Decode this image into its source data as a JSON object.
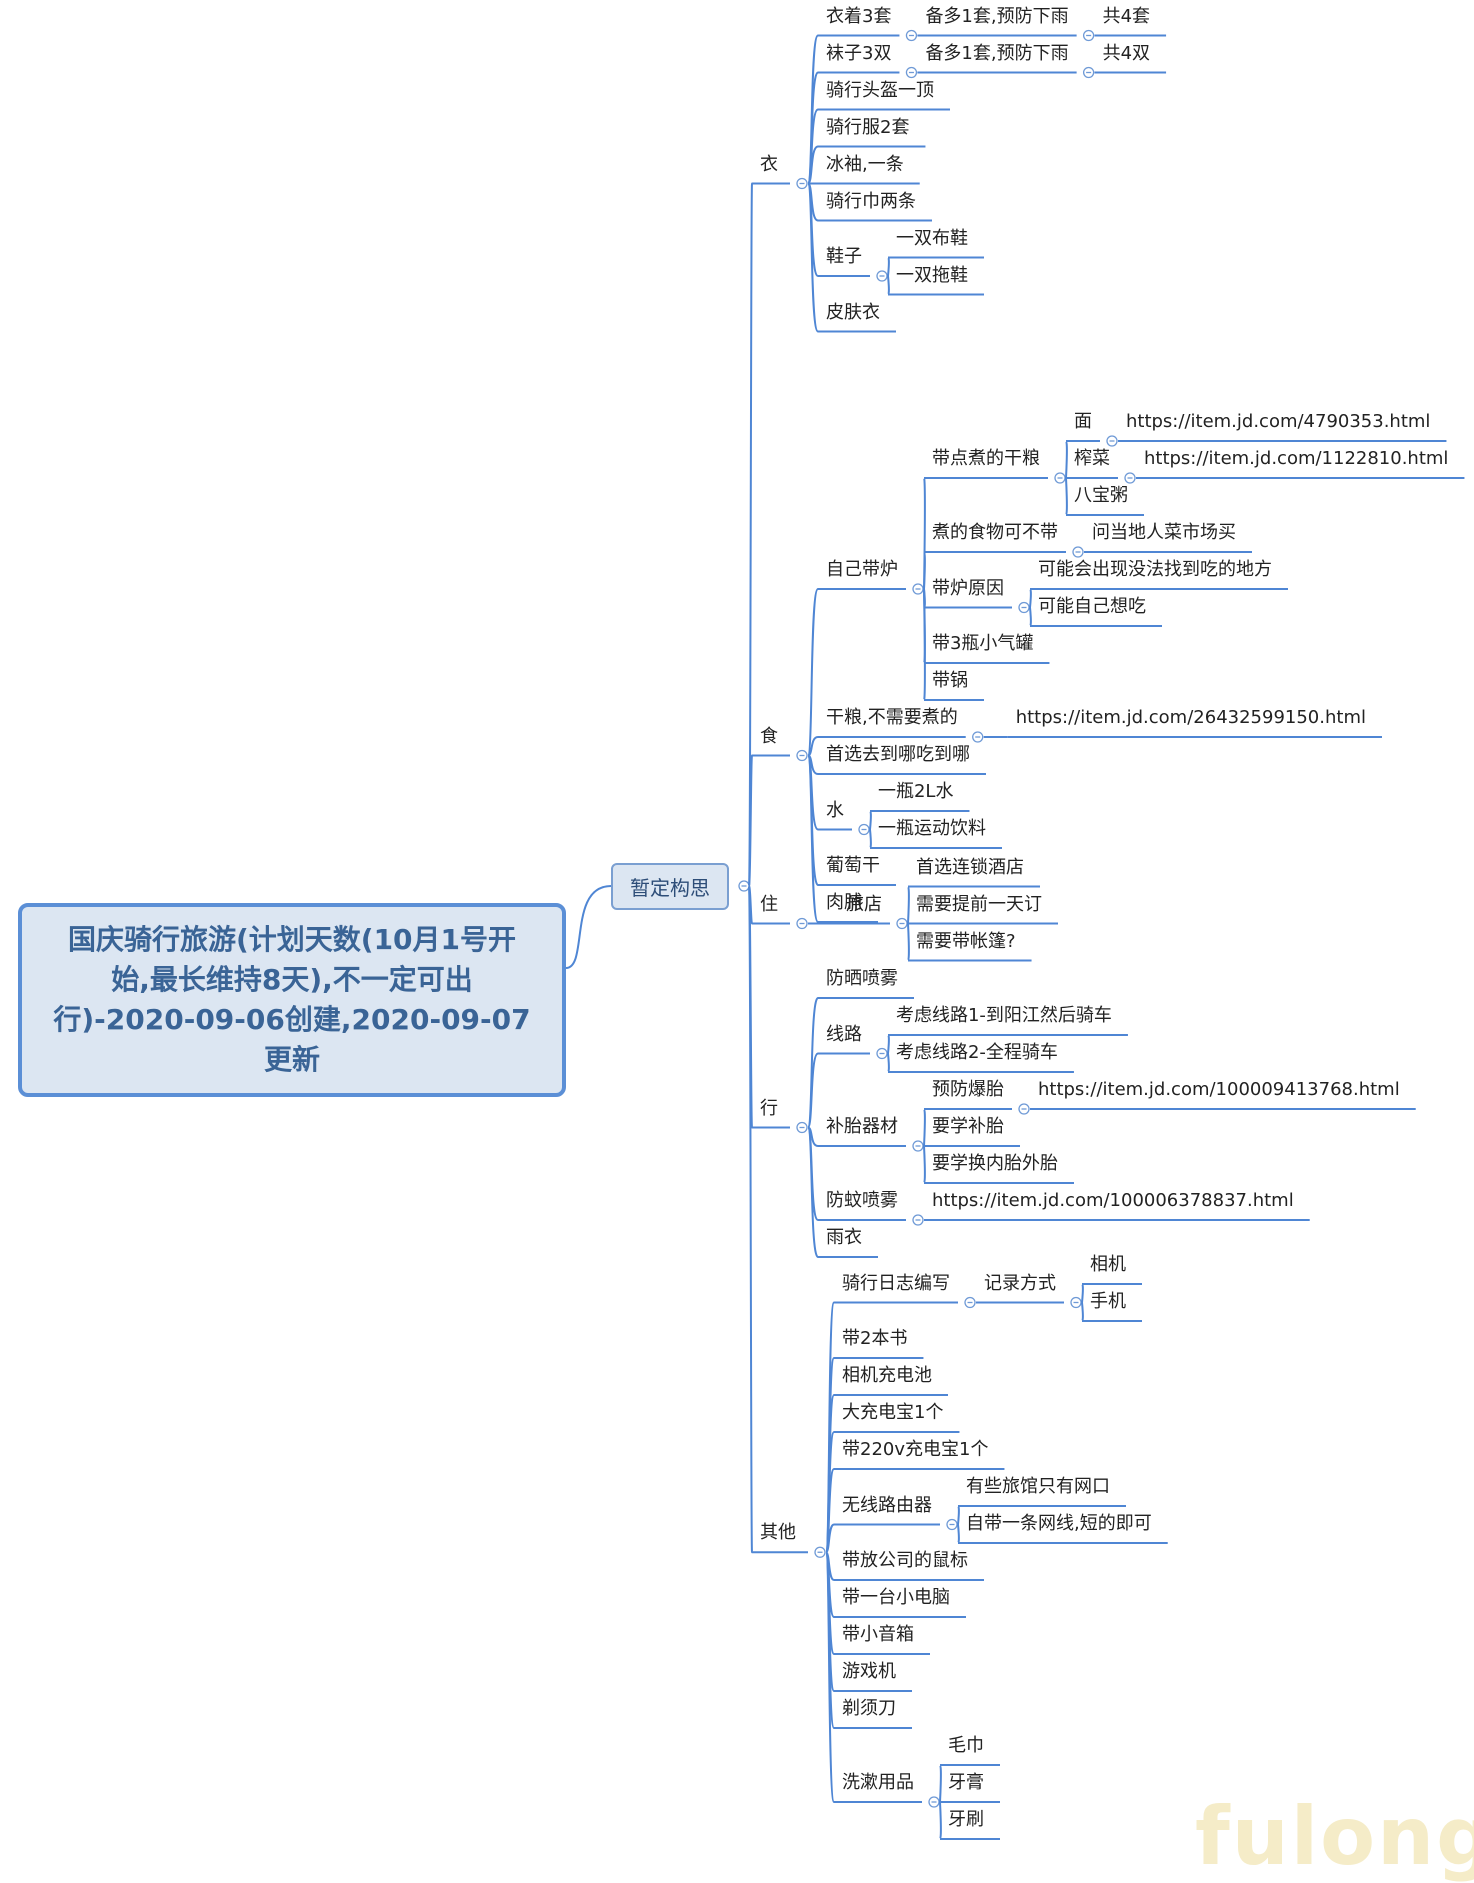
{
  "root": "国庆骑行旅游(计划天数(10月1号开始,最长维持8天),不一定可出行)-2020-09-06创建,2020-09-07更新",
  "main_topic": "暂定构思",
  "colors": {
    "line": "#4f86d4",
    "root_fill": "#dce6f2",
    "root_border": "#5b8fd6",
    "root_text": "#3a6496",
    "collapse": "#6f9ad6"
  },
  "icons": [
    "collapse-icon"
  ],
  "branches": [
    {
      "label": "衣",
      "children": [
        {
          "label": "衣着3套",
          "children": [
            {
              "label": "备多1套,预防下雨",
              "children": [
                {
                  "label": "共4套"
                }
              ]
            }
          ]
        },
        {
          "label": "袜子3双",
          "children": [
            {
              "label": "备多1套,预防下雨",
              "children": [
                {
                  "label": "共4双"
                }
              ]
            }
          ]
        },
        {
          "label": "骑行头盔一顶"
        },
        {
          "label": "骑行服2套"
        },
        {
          "label": "冰袖,一条"
        },
        {
          "label": "骑行巾两条"
        },
        {
          "label": "鞋子",
          "children": [
            {
              "label": "一双布鞋"
            },
            {
              "label": "一双拖鞋"
            }
          ]
        },
        {
          "label": "皮肤衣"
        }
      ]
    },
    {
      "label": "食",
      "children": [
        {
          "label": "自己带炉",
          "children": [
            {
              "label": "带点煮的干粮",
              "children": [
                {
                  "label": "面",
                  "children": [
                    {
                      "label": "https://item.jd.com/4790353.html"
                    }
                  ]
                },
                {
                  "label": "榨菜",
                  "children": [
                    {
                      "label": "https://item.jd.com/1122810.html"
                    }
                  ]
                },
                {
                  "label": "八宝粥"
                }
              ]
            },
            {
              "label": "煮的食物可不带",
              "children": [
                {
                  "label": "问当地人菜市场买"
                }
              ]
            },
            {
              "label": "带炉原因",
              "children": [
                {
                  "label": "可能会出现没法找到吃的地方"
                },
                {
                  "label": "可能自己想吃"
                }
              ]
            },
            {
              "label": "带3瓶小气罐"
            },
            {
              "label": "带锅"
            }
          ]
        },
        {
          "label": "干粮,不需要煮的",
          "children": [
            {
              "label": "https://item.jd.com/26432599150.html"
            }
          ]
        },
        {
          "label": "首选去到哪吃到哪"
        },
        {
          "label": "水",
          "children": [
            {
              "label": "一瓶2L水"
            },
            {
              "label": "一瓶运动饮料"
            }
          ]
        },
        {
          "label": "葡萄干"
        },
        {
          "label": "肉脯"
        }
      ]
    },
    {
      "label": "住",
      "children": [
        {
          "label": "旅店",
          "children": [
            {
              "label": "首选连锁酒店"
            },
            {
              "label": "需要提前一天订"
            },
            {
              "label": "需要带帐篷?"
            }
          ]
        }
      ]
    },
    {
      "label": "行",
      "children": [
        {
          "label": "防晒喷雾"
        },
        {
          "label": "线路",
          "children": [
            {
              "label": "考虑线路1-到阳江然后骑车"
            },
            {
              "label": "考虑线路2-全程骑车"
            }
          ]
        },
        {
          "label": "补胎器材",
          "children": [
            {
              "label": "预防爆胎",
              "children": [
                {
                  "label": "https://item.jd.com/100009413768.html"
                }
              ]
            },
            {
              "label": "要学补胎"
            },
            {
              "label": "要学换内胎外胎"
            }
          ]
        },
        {
          "label": "防蚊喷雾",
          "children": [
            {
              "label": "https://item.jd.com/100006378837.html"
            }
          ]
        },
        {
          "label": "雨衣"
        }
      ]
    },
    {
      "label": "其他",
      "children": [
        {
          "label": "骑行日志编写",
          "children": [
            {
              "label": "记录方式",
              "children": [
                {
                  "label": "相机"
                },
                {
                  "label": "手机"
                }
              ]
            }
          ]
        },
        {
          "label": "带2本书"
        },
        {
          "label": "相机充电池"
        },
        {
          "label": "大充电宝1个"
        },
        {
          "label": "带220v充电宝1个"
        },
        {
          "label": "无线路由器",
          "children": [
            {
              "label": "有些旅馆只有网口"
            },
            {
              "label": "自带一条网线,短的即可"
            }
          ]
        },
        {
          "label": "带放公司的鼠标"
        },
        {
          "label": "带一台小电脑"
        },
        {
          "label": "带小音箱"
        },
        {
          "label": "游戏机"
        },
        {
          "label": "剃须刀"
        },
        {
          "label": "洗漱用品",
          "children": [
            {
              "label": "毛巾"
            },
            {
              "label": "牙膏"
            },
            {
              "label": "牙刷"
            }
          ]
        }
      ]
    }
  ],
  "watermark": "fulong"
}
